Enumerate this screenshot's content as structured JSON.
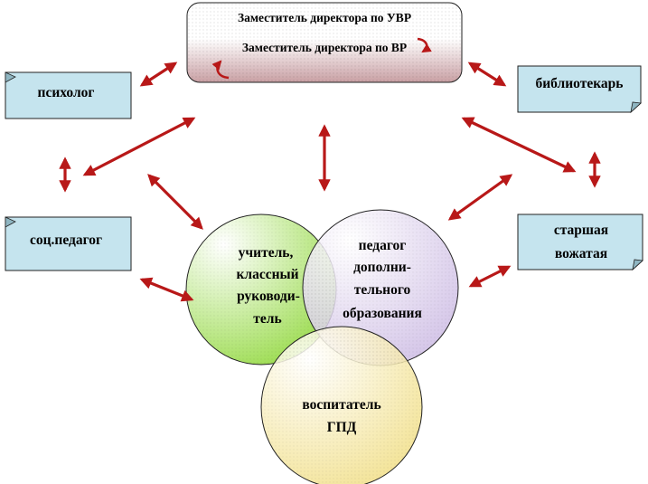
{
  "top_box": {
    "line1": "Заместитель директора по УВР",
    "line2": "Заместитель директора по ВР"
  },
  "nodes": {
    "psychologist": "психолог",
    "librarian": "библиотекарь",
    "social_teacher": "соц.педагог",
    "senior_counselor": [
      "старшая",
      "вожатая"
    ]
  },
  "circles": {
    "teacher": [
      "учитель,",
      "классный",
      "руководи-",
      "тель"
    ],
    "additional_education": [
      "педагог",
      "дополни-",
      "тельного",
      "образования"
    ],
    "extended_day": [
      "воспитатель",
      "ГПД"
    ]
  },
  "colors": {
    "arrow": "#b81818",
    "note_fill": "#c5e4ee",
    "top_box_tint": "#c9a0a4",
    "circle_green": "#9bdc4e",
    "circle_purple": "#c9b6e2",
    "circle_yellow": "#f0dc7c"
  }
}
